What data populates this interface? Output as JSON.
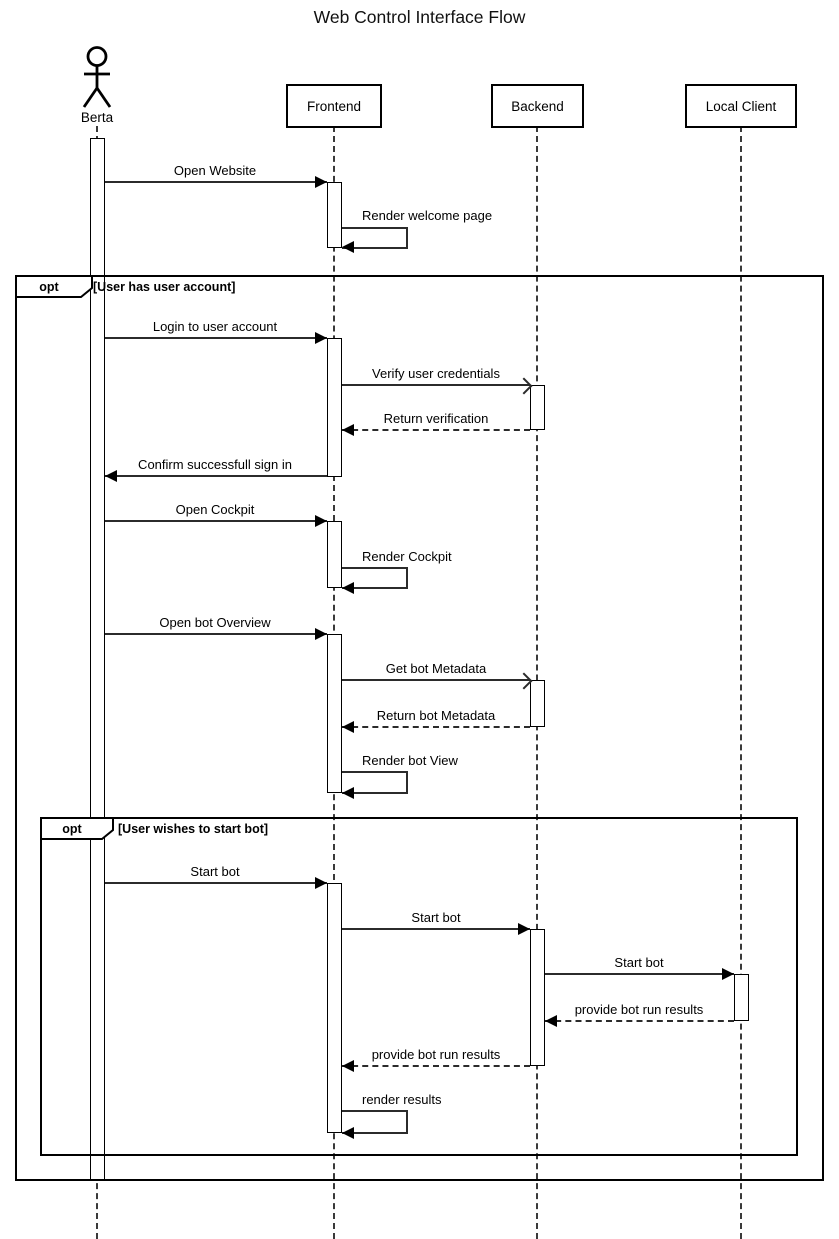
{
  "title": "Web Control Interface Flow",
  "actor": {
    "name": "Berta"
  },
  "participants": [
    {
      "label": "Frontend"
    },
    {
      "label": "Backend"
    },
    {
      "label": "Local Client"
    }
  ],
  "fragments": {
    "outer": {
      "operator": "opt",
      "guard": "[User has user account]"
    },
    "inner": {
      "operator": "opt",
      "guard": "[User wishes to start bot]"
    }
  },
  "messages": [
    {
      "label": "Open Website",
      "from": "Berta",
      "to": "Frontend",
      "line": "solid",
      "arrow": "filled"
    },
    {
      "label": "Render welcome page",
      "from": "Frontend",
      "to": "Frontend",
      "line": "solid",
      "arrow": "filled",
      "self": true
    },
    {
      "label": "Login to user account",
      "from": "Berta",
      "to": "Frontend",
      "line": "solid",
      "arrow": "filled"
    },
    {
      "label": "Verify user credentials",
      "from": "Frontend",
      "to": "Backend",
      "line": "solid",
      "arrow": "open"
    },
    {
      "label": "Return verification",
      "from": "Backend",
      "to": "Frontend",
      "line": "dashed",
      "arrow": "filled"
    },
    {
      "label": "Confirm successfull sign in",
      "from": "Frontend",
      "to": "Berta",
      "line": "solid",
      "arrow": "filled"
    },
    {
      "label": "Open Cockpit",
      "from": "Berta",
      "to": "Frontend",
      "line": "solid",
      "arrow": "filled"
    },
    {
      "label": "Render Cockpit",
      "from": "Frontend",
      "to": "Frontend",
      "line": "solid",
      "arrow": "filled",
      "self": true
    },
    {
      "label": "Open bot Overview",
      "from": "Berta",
      "to": "Frontend",
      "line": "solid",
      "arrow": "filled"
    },
    {
      "label": "Get bot Metadata",
      "from": "Frontend",
      "to": "Backend",
      "line": "solid",
      "arrow": "open"
    },
    {
      "label": "Return bot Metadata",
      "from": "Backend",
      "to": "Frontend",
      "line": "dashed",
      "arrow": "filled"
    },
    {
      "label": "Render bot View",
      "from": "Frontend",
      "to": "Frontend",
      "line": "solid",
      "arrow": "filled",
      "self": true
    },
    {
      "label": "Start bot",
      "from": "Berta",
      "to": "Frontend",
      "line": "solid",
      "arrow": "filled"
    },
    {
      "label": "Start bot",
      "from": "Frontend",
      "to": "Backend",
      "line": "solid",
      "arrow": "filled"
    },
    {
      "label": "Start bot",
      "from": "Backend",
      "to": "Local Client",
      "line": "solid",
      "arrow": "filled"
    },
    {
      "label": "provide bot run results",
      "from": "Local Client",
      "to": "Backend",
      "line": "dashed",
      "arrow": "filled"
    },
    {
      "label": "provide bot run results",
      "from": "Backend",
      "to": "Frontend",
      "line": "dashed",
      "arrow": "filled"
    },
    {
      "label": "render results",
      "from": "Frontend",
      "to": "Frontend",
      "line": "solid",
      "arrow": "filled",
      "self": true
    }
  ]
}
